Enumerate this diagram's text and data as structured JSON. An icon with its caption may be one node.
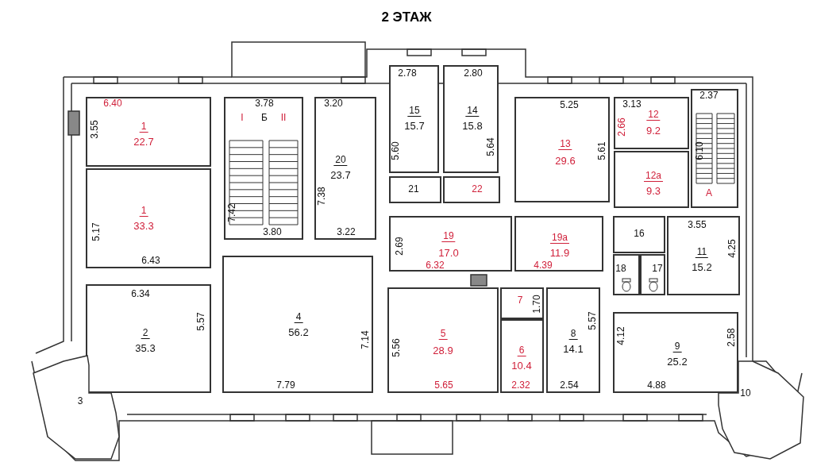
{
  "diagram": {
    "title": "2 ЭТАЖ",
    "nodes": [
      {
        "text": [
          "6.40",
          "3.55",
          "1",
          "22.7"
        ]
      },
      {
        "text": [
          "1",
          "33.3",
          "5.17",
          "6.43"
        ]
      },
      {
        "text": [
          "3.78",
          "I",
          "Б",
          "II",
          "7.42",
          "3.80"
        ]
      },
      {
        "text": [
          "3.20",
          "20",
          "23.7",
          "7.38",
          "3.22"
        ]
      },
      {
        "text": [
          "2.78",
          "15",
          "15.7",
          "5.60"
        ]
      },
      {
        "text": [
          "2.80",
          "14",
          "15.8",
          "5.64"
        ]
      },
      {
        "text": [
          "21"
        ]
      },
      {
        "text": [
          "22"
        ]
      },
      {
        "text": [
          "5.25",
          "13",
          "5.61",
          "29.6"
        ]
      },
      {
        "text": [
          "3.13",
          "12",
          "2.66",
          "9.2"
        ]
      },
      {
        "text": [
          "12а",
          "9.3"
        ]
      },
      {
        "text": [
          "2.37",
          "6.10",
          "А"
        ]
      },
      {
        "text": [
          "19",
          "2.69",
          "17.0",
          "6.32"
        ]
      },
      {
        "text": [
          "19а",
          "11.9",
          "4.39"
        ]
      },
      {
        "text": [
          "16"
        ]
      },
      {
        "text": [
          "18"
        ]
      },
      {
        "text": [
          "17"
        ]
      },
      {
        "text": [
          "3.55",
          "4.25",
          "11",
          "15.2"
        ]
      },
      {
        "text": [
          "6.34",
          "5.57",
          "2",
          "35.3"
        ]
      },
      {
        "text": [
          "3"
        ]
      },
      {
        "text": [
          "4",
          "56.2",
          "7.14",
          "7.79"
        ]
      },
      {
        "text": [
          "5",
          "5.56",
          "28.9",
          "5.65"
        ]
      },
      {
        "text": [
          "7",
          "1.70"
        ]
      },
      {
        "text": [
          "6",
          "10.4",
          "2.32"
        ]
      },
      {
        "text": [
          "5.57",
          "8",
          "14.1",
          "2.54"
        ]
      },
      {
        "text": [
          "4.12",
          "2.58",
          "9",
          "25.2",
          "4.88"
        ]
      },
      {
        "text": [
          "10"
        ]
      }
    ]
  }
}
